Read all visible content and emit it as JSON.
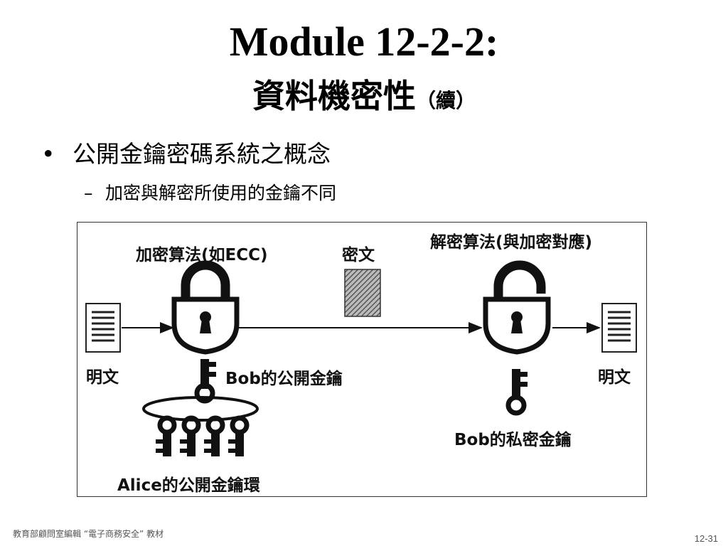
{
  "title": {
    "line1": "Module 12-2-2:",
    "line2": "資料機密性",
    "line2_suffix": "（續）"
  },
  "bullet": {
    "main": "公開金鑰密碼系統之概念",
    "sub": "加密與解密所使用的金鑰不同"
  },
  "diagram": {
    "encrypt_algo": "加密算法(如ECC)",
    "ciphertext": "密文",
    "decrypt_algo": "解密算法(與加密對應)",
    "plaintext_left": "明文",
    "plaintext_right": "明文",
    "bob_public_key": "Bob的公開金鑰",
    "bob_private_key": "Bob的私密金鑰",
    "alice_keyring": "Alice的公開金鑰環"
  },
  "footer": {
    "left": "教育部顧問室編輯 “電子商務安全” 教材",
    "page": "12-31"
  }
}
